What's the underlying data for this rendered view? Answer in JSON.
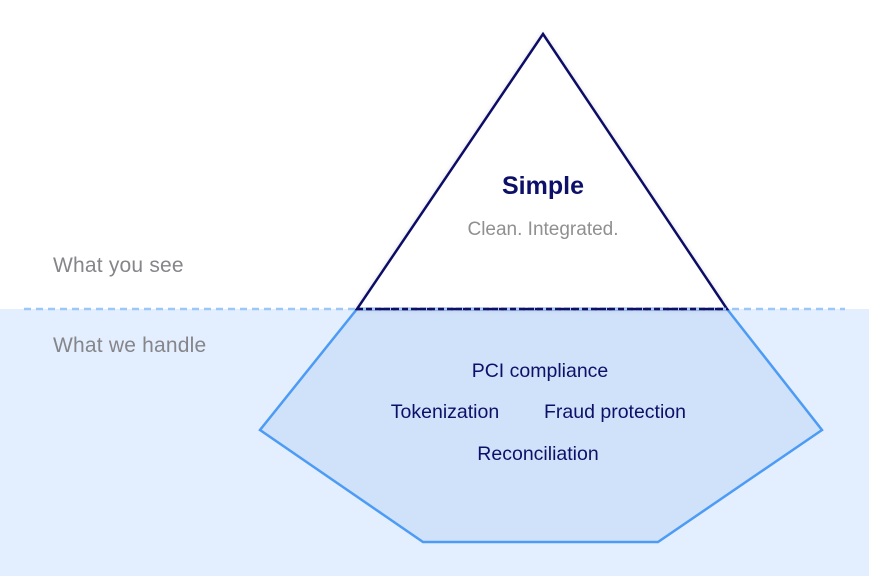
{
  "labels": {
    "above": "What you see",
    "below": "What we handle"
  },
  "tip": {
    "title": "Simple",
    "subtitle": "Clean. Integrated."
  },
  "base": {
    "items": [
      "PCI compliance",
      "Tokenization",
      "Fraud protection",
      "Reconciliation"
    ]
  },
  "colors": {
    "tip_stroke": "#0d1068",
    "base_stroke": "#4c9bf5",
    "base_fill": "#d0e1fa",
    "water": "#e3efff",
    "waterline": "#9cc7f7",
    "label_text": "#85858a"
  }
}
